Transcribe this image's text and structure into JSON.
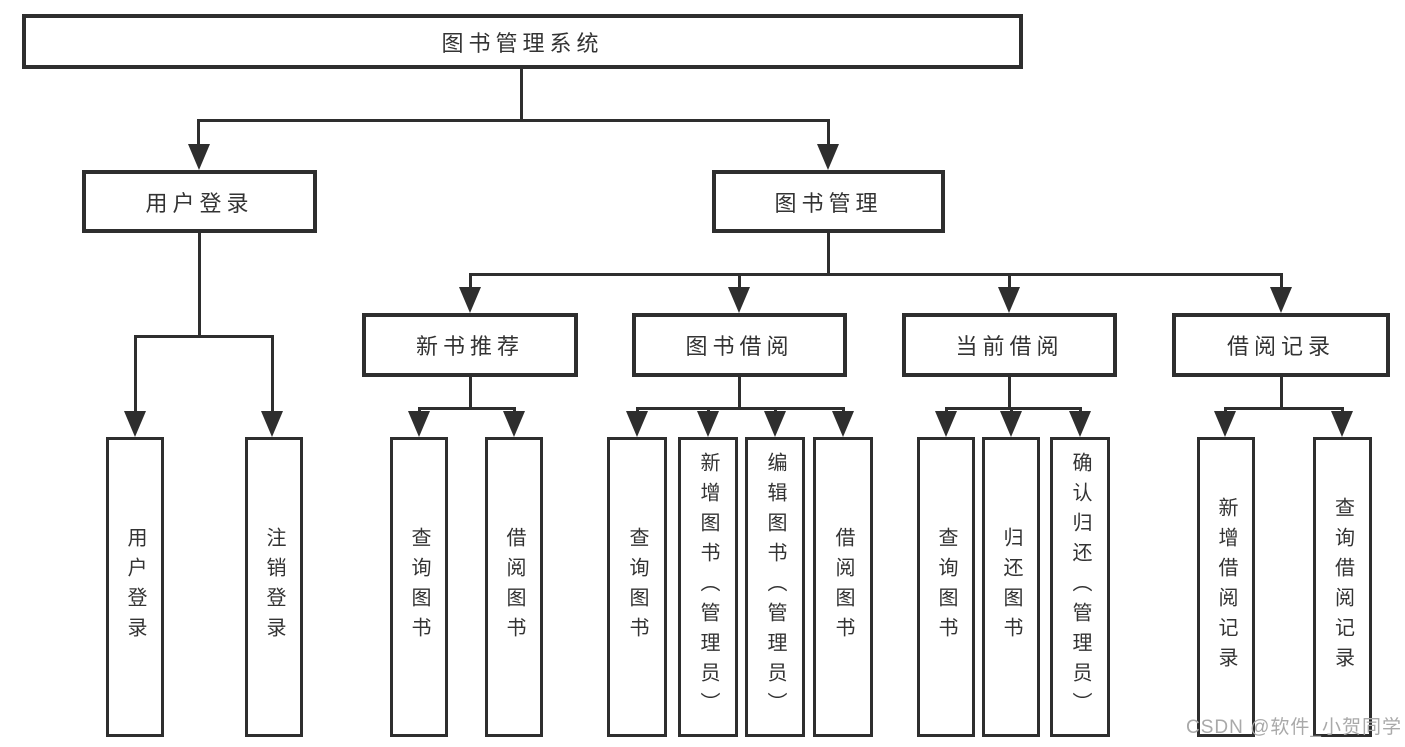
{
  "tree": {
    "label": "图书管理系统",
    "children": [
      {
        "label": "用户登录",
        "children": [
          {
            "label": "用户登录"
          },
          {
            "label": "注销登录"
          }
        ]
      },
      {
        "label": "图书管理",
        "children": [
          {
            "label": "新书推荐",
            "children": [
              {
                "label": "查询图书"
              },
              {
                "label": "借阅图书"
              }
            ]
          },
          {
            "label": "图书借阅",
            "children": [
              {
                "label": "查询图书"
              },
              {
                "label": "新增图书（管理员）"
              },
              {
                "label": "编辑图书（管理员）"
              },
              {
                "label": "借阅图书"
              }
            ]
          },
          {
            "label": "当前借阅",
            "children": [
              {
                "label": "查询图书"
              },
              {
                "label": "归还图书"
              },
              {
                "label": "确认归还（管理员）"
              }
            ]
          },
          {
            "label": "借阅记录",
            "children": [
              {
                "label": "新增借阅记录"
              },
              {
                "label": "查询借阅记录"
              }
            ]
          }
        ]
      }
    ]
  },
  "watermark": {
    "text": "CSDN @软件_小贺同学"
  },
  "colors": {
    "line": "#2e2e2e",
    "text": "#333333",
    "background": "#ffffff",
    "watermark": "#a9a9a9"
  }
}
